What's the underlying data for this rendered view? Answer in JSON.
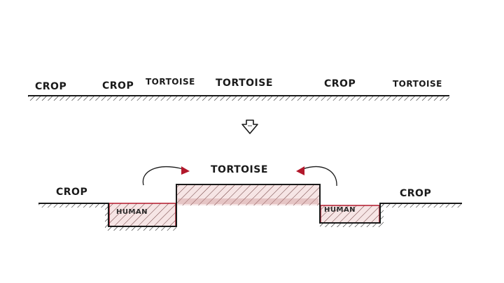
{
  "top_section": {
    "labels": [
      "CROP",
      "CROP",
      "TORTOISE",
      "TORTOISE",
      "CROP",
      "TORTOISE"
    ]
  },
  "bottom_section": {
    "center_label": "TORTOISE",
    "left_label": "CROP",
    "right_label": "CROP",
    "left_pit_label": "HUMAN",
    "right_pit_label": "HUMAN"
  },
  "colors": {
    "ink": "#1a1a1a",
    "red_accent": "#b2182b",
    "block_fill": "#f3dede"
  },
  "icons": [
    "down-arrow-icon",
    "curved-arrow-left-icon",
    "curved-arrow-right-icon"
  ]
}
